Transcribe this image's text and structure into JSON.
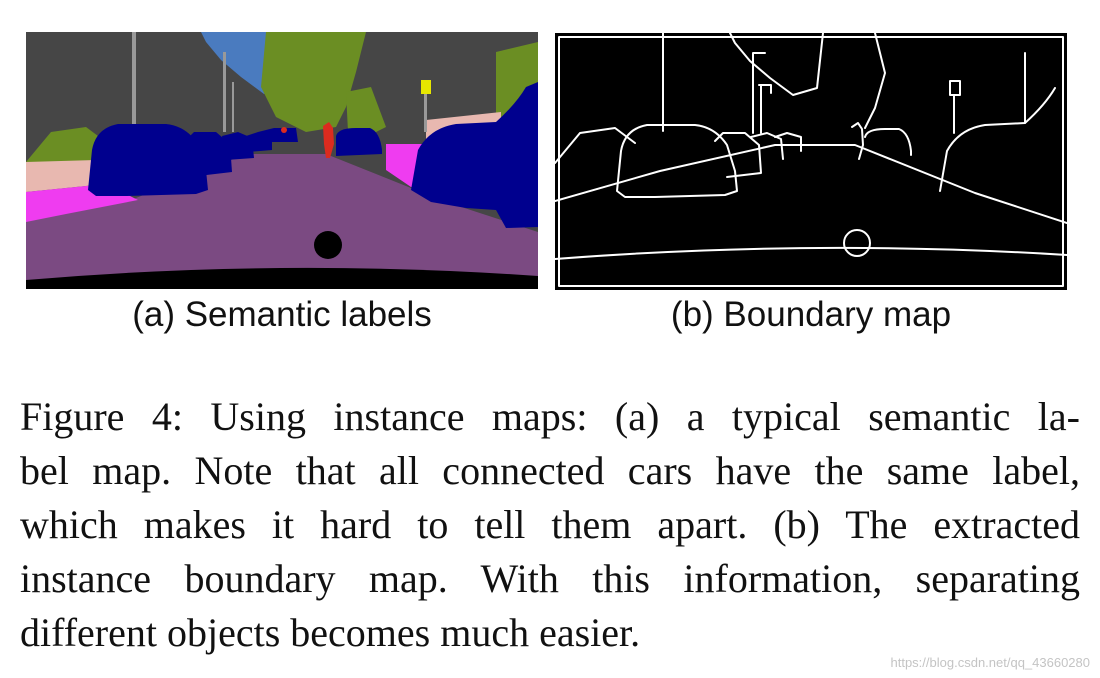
{
  "figure": {
    "panel_a": {
      "label": "(a) Semantic labels",
      "palette": {
        "sky": "#4a7bbf",
        "building": "#464646",
        "vegetation": "#6b8e23",
        "road": "#7b4a82",
        "sidewalk": "#ef3cf0",
        "car": "#00008e",
        "person": "#dc2b1f",
        "pole": "#999999",
        "traffic_sign": "#e6e600",
        "terrain": "#e8b8b0",
        "ego_vehicle": "#000000"
      }
    },
    "panel_b": {
      "label": "(b) Boundary map",
      "background": "#000000",
      "edge_color": "#ffffff"
    }
  },
  "caption": {
    "lines": [
      "Figure 4:  Using instance maps:  (a) a typical semantic la-",
      "bel map.  Note that all connected cars have the same label,",
      "which makes it hard to tell them apart.  (b) The extracted",
      "instance boundary map.  With this information, separating",
      "different objects becomes much easier."
    ]
  },
  "watermark": "https://blog.csdn.net/qq_43660280"
}
